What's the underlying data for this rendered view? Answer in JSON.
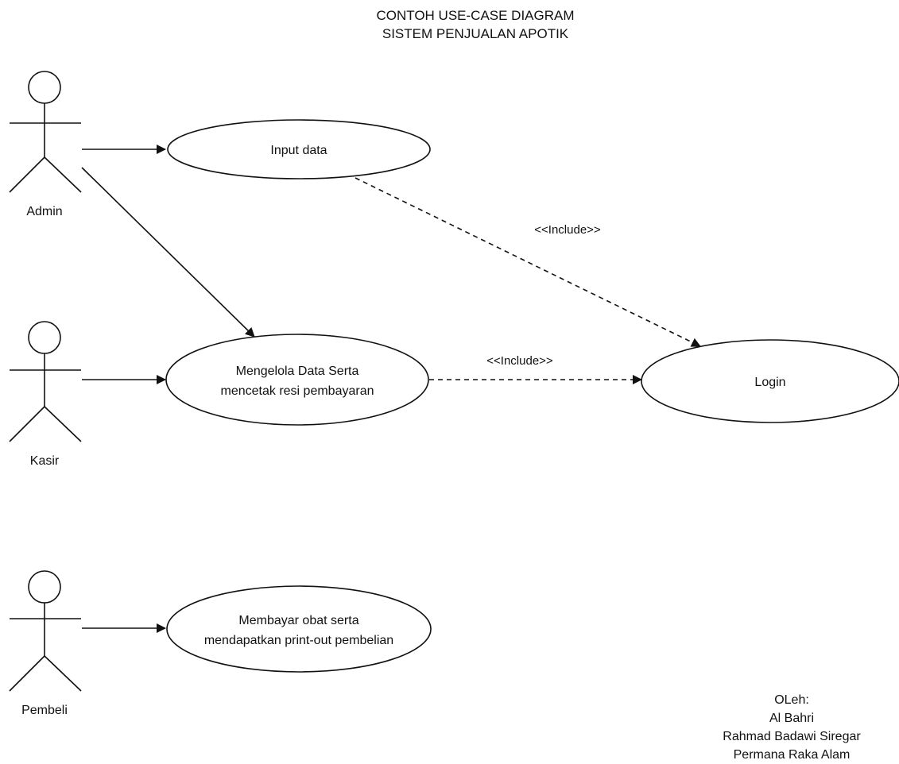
{
  "title": [
    "CONTOH USE-CASE DIAGRAM",
    "SISTEM PENJUALAN APOTIK"
  ],
  "actors": {
    "admin": "Admin",
    "kasir": "Kasir",
    "pembeli": "Pembeli"
  },
  "use_cases": {
    "input_data": [
      "Input data"
    ],
    "mengelola": [
      "Mengelola Data Serta",
      "mencetak resi pembayaran"
    ],
    "login": [
      "Login"
    ],
    "membayar": [
      "Membayar obat serta",
      "mendapatkan print-out pembelian"
    ]
  },
  "relations": {
    "include_1": "<<Include>>",
    "include_2": "<<Include>>"
  },
  "credits": [
    "OLeh:",
    "Al Bahri",
    "Rahmad Badawi Siregar",
    "Permana Raka Alam"
  ]
}
